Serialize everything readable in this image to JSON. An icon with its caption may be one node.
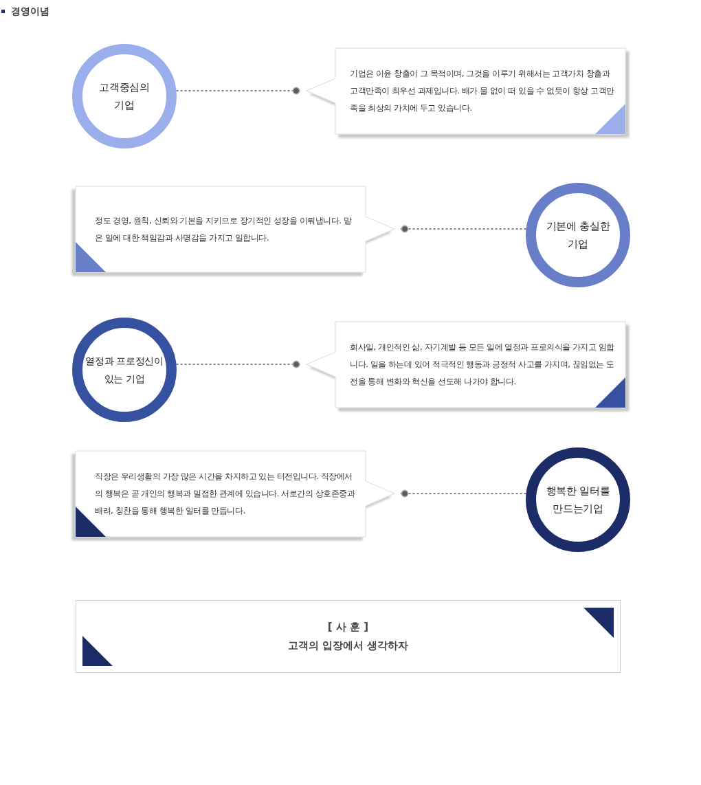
{
  "diagram": {
    "title": "경영이념",
    "nodes": [
      {
        "text": [
          "고객중심의 기업"
        ]
      },
      {
        "text": [
          "기업은 이윤 창출이 그 목적이며, 그것을 이루기 위해서는 고객가치 창출과 고객만족이 최우선 과제입니다. 배가 물 없이 떠 있을 수 없듯이 항상 고객만족을 최상의 가치에 두고 있습니다."
        ]
      },
      {
        "text": [
          "정도 경영, 원칙, 신뢰와 기본을 지키므로 장기적인 성장을 이뤄냅니다. 맡은 일에 대한 책임감과 사명감을 가지고 일합니다."
        ]
      },
      {
        "text": [
          "기본에 충실한 기업"
        ]
      },
      {
        "text": [
          "열정과 프로정신이 있는 기업"
        ]
      },
      {
        "text": [
          "회사일, 개인적인 삶, 자기계발 등 모든 일에 열정과 프로의식을 가지고 임합니다. 일을 하는데 있어 적극적인 행동과 긍정적 사고를 가지며, 끊임없는 도전을 통해 변화와 혁신을 선도해 나가야 합니다."
        ]
      },
      {
        "text": [
          "직장은 우리생활의 가장 많은 시간을 차지하고 있는 터전입니다. 직장에서의 행복은 곧 개인의 행복과 밀접한 관계에 있습니다. 서로간의 상호존중과 배려, 칭찬을 통해 행복한 일터를 만듭니다."
        ]
      },
      {
        "text": [
          "행복한 일터를 만드는기업"
        ]
      },
      {
        "text": [
          "[ 사 훈 ]",
          "고객의 입장에서 생각하자"
        ]
      }
    ],
    "edges": [
      {
        "from": 0,
        "to": 1,
        "arrow": "other",
        "style": "dashed"
      },
      {
        "from": 3,
        "to": 2,
        "arrow": "other",
        "style": "dashed"
      },
      {
        "from": 4,
        "to": 5,
        "arrow": "other",
        "style": "dashed"
      },
      {
        "from": 7,
        "to": 6,
        "arrow": "other",
        "style": "dashed"
      }
    ]
  }
}
